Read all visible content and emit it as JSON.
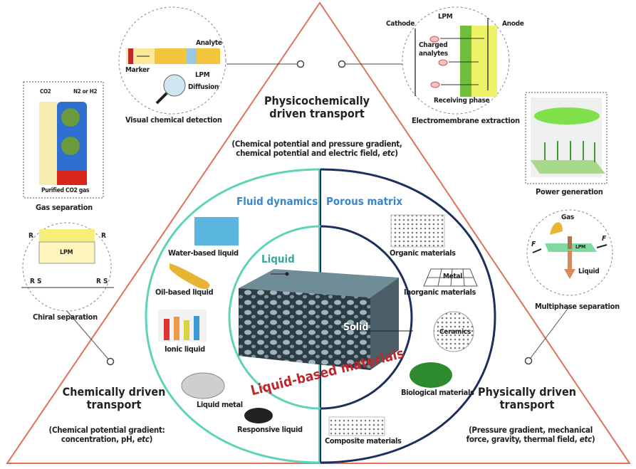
{
  "center": {
    "liquid": "Liquid",
    "solid": "Solid",
    "title": "Liquid-based materials",
    "fluid_dynamics": "Fluid dynamics",
    "porous_matrix": "Porous matrix"
  },
  "liquids": [
    "Water-based liquid",
    "Oil-based liquid",
    "Ionic liquid",
    "Liquid metal",
    "Responsive liquid"
  ],
  "materials": [
    "Organic materials",
    "Inorganic materials",
    "Biological materials",
    "Composite materials"
  ],
  "material_tags": {
    "metal": "Metal",
    "ceramics": "Ceramics"
  },
  "transports": {
    "top": {
      "title_line1": "Physicochemically",
      "title_line2": "driven transport",
      "desc_line1": "(Chemical potential and pressure gradient,",
      "desc_line2": "chemical potential and electric field, ",
      "desc_etc": "etc",
      "desc_end": ")"
    },
    "left": {
      "title_line1": "Chemically driven",
      "title_line2": "transport",
      "desc_line1": "(Chemical potential gradient:",
      "desc_line2": "concentration, pH, ",
      "desc_etc": "etc",
      "desc_end": ")"
    },
    "right": {
      "title_line1": "Physically driven",
      "title_line2": "transport",
      "desc_line1": "(Pressure gradient, mechanical",
      "desc_line2": "force, gravity, thermal field, ",
      "desc_etc": "etc",
      "desc_end": ")"
    }
  },
  "applications": {
    "visual": {
      "label": "Visual chemical detection",
      "analyte": "Analyte",
      "marker": "Marker",
      "lpm": "LPM",
      "diffusion": "Diffusion"
    },
    "electro": {
      "label": "Electromembrane extraction",
      "cathode": "Cathode",
      "lpm": "LPM",
      "anode": "Anode",
      "charged": "Charged",
      "analytes": "analytes",
      "receiving": "Receiving phase"
    },
    "gas": {
      "label": "Gas separation",
      "co2": "CO2",
      "n2h2": "N2 or H2",
      "purified": "Purified CO2 gas"
    },
    "chiral": {
      "label": "Chiral separation",
      "r": "R",
      "s": "S",
      "lpm": "LPM"
    },
    "power": {
      "label": "Power generation"
    },
    "multiphase": {
      "label": "Multiphase separation",
      "gas": "Gas",
      "liquid": "Liquid",
      "lpm": "LPM",
      "f": "F"
    }
  },
  "colors": {
    "triangle": "#e0705a",
    "fluid_arc": "#5fd3b8",
    "porous_arc": "#1d2f5c",
    "title_red": "#c0272d",
    "accent_blue": "#3a86c8"
  }
}
